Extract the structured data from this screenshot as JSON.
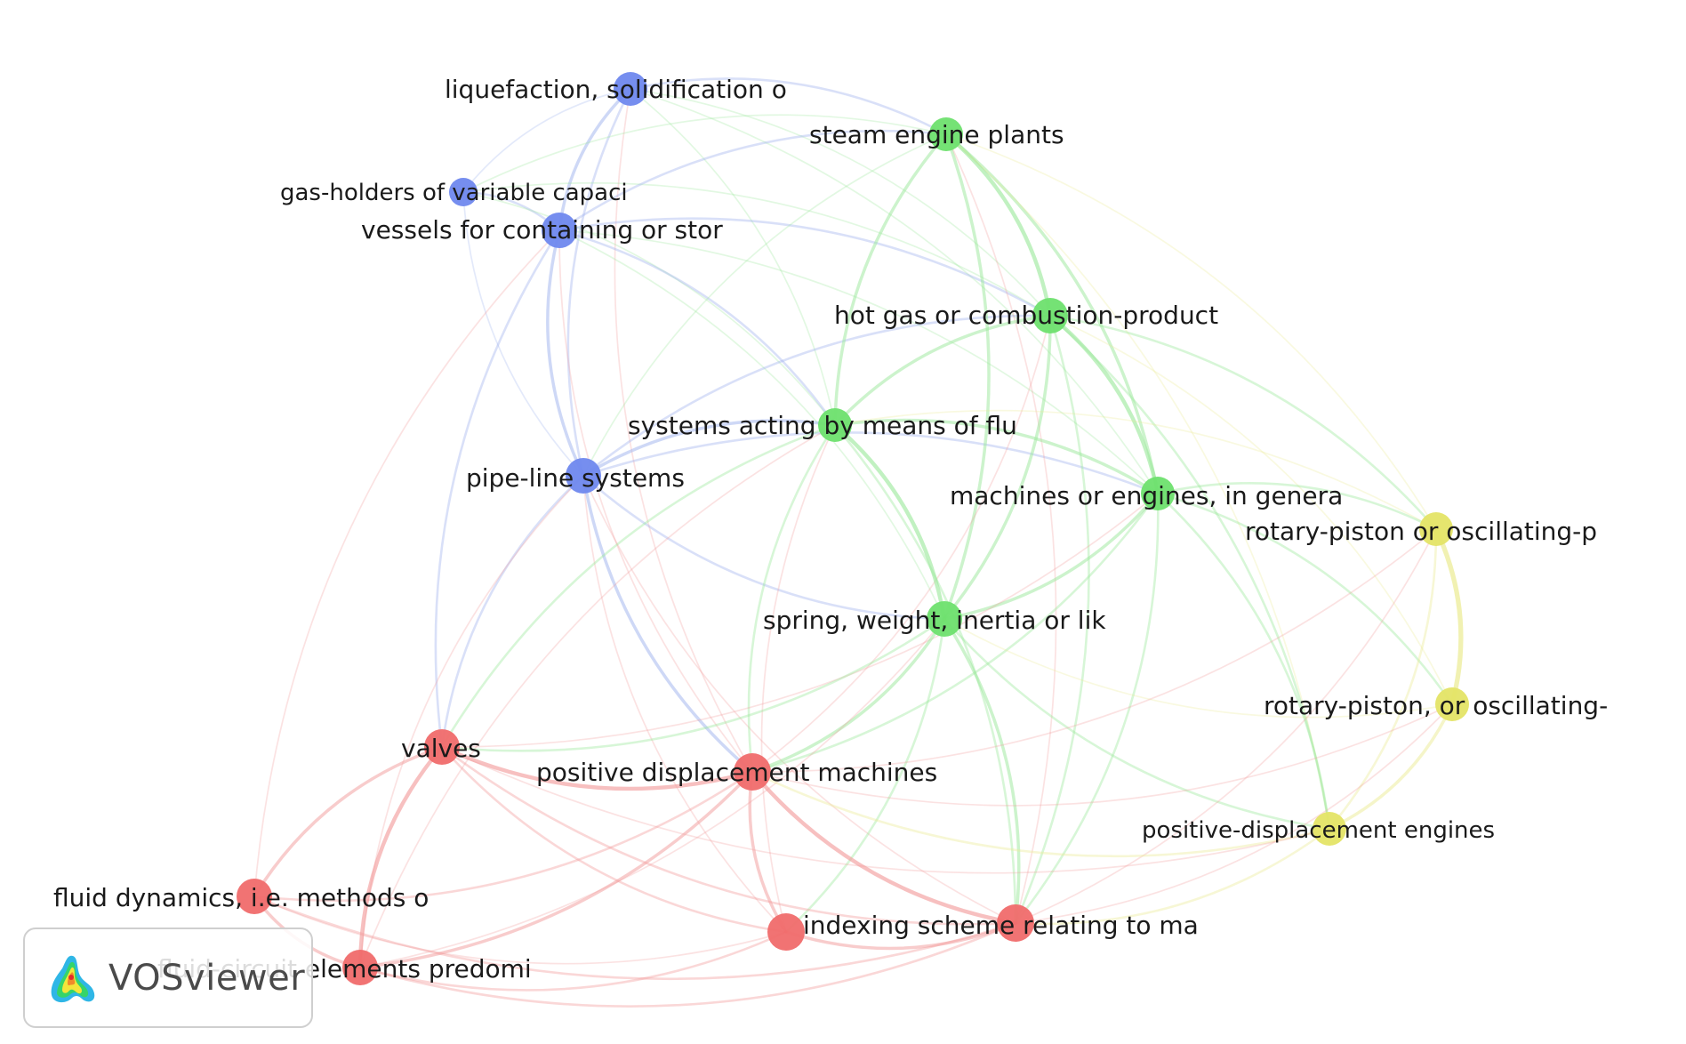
{
  "clusters": {
    "red": {
      "node": "#f06b6b",
      "edge": "#f29a9a"
    },
    "green": {
      "node": "#6ee06e",
      "edge": "#9be89b"
    },
    "blue": {
      "node": "#6f88ee",
      "edge": "#9fb2ee"
    },
    "yellow": {
      "node": "#e4e466",
      "edge": "#ecec95"
    }
  },
  "nodes": [
    {
      "id": "liquefaction",
      "label": "liquefaction, solidification o",
      "cluster": "blue"
    },
    {
      "id": "steam",
      "label": "steam engine plants",
      "cluster": "green"
    },
    {
      "id": "gasholders",
      "label": "gas-holders of variable capaci",
      "cluster": "blue"
    },
    {
      "id": "vessels",
      "label": "vessels for containing or stor",
      "cluster": "blue"
    },
    {
      "id": "hotgas",
      "label": "hot gas or combustion-product",
      "cluster": "green"
    },
    {
      "id": "systems",
      "label": "systems acting by means of flu",
      "cluster": "green"
    },
    {
      "id": "pipeline",
      "label": "pipe-line systems",
      "cluster": "blue"
    },
    {
      "id": "machines",
      "label": "machines or engines, in genera",
      "cluster": "green"
    },
    {
      "id": "rotary1",
      "label": "rotary-piston or oscillating-p",
      "cluster": "yellow"
    },
    {
      "id": "spring",
      "label": "spring, weight, inertia or lik",
      "cluster": "green"
    },
    {
      "id": "rotary2",
      "label": "rotary-piston, or oscillating-",
      "cluster": "yellow"
    },
    {
      "id": "valves",
      "label": "valves",
      "cluster": "red"
    },
    {
      "id": "posdisp",
      "label": "positive displacement machines",
      "cluster": "red"
    },
    {
      "id": "posdispeng",
      "label": "positive-displacement engines",
      "cluster": "yellow"
    },
    {
      "id": "fluiddyn",
      "label": "fluid dynamics, i.e. methods o",
      "cluster": "red"
    },
    {
      "id": "indexing",
      "label": "indexing scheme relating to ma",
      "cluster": "red"
    },
    {
      "id": "unlabeled_red",
      "label": "",
      "cluster": "red"
    },
    {
      "id": "fluidcircuit",
      "label": "fluid-circuit elements predomi",
      "cluster": "red"
    }
  ],
  "links": [
    [
      "liquefaction",
      "vessels",
      3
    ],
    [
      "liquefaction",
      "pipeline",
      2
    ],
    [
      "liquefaction",
      "steam",
      2
    ],
    [
      "liquefaction",
      "hotgas",
      1
    ],
    [
      "liquefaction",
      "systems",
      1
    ],
    [
      "liquefaction",
      "gasholders",
      1
    ],
    [
      "liquefaction",
      "machines",
      1
    ],
    [
      "liquefaction",
      "posdisp",
      1
    ],
    [
      "gasholders",
      "vessels",
      2
    ],
    [
      "gasholders",
      "pipeline",
      1
    ],
    [
      "gasholders",
      "steam",
      1
    ],
    [
      "gasholders",
      "hotgas",
      1
    ],
    [
      "gasholders",
      "systems",
      1
    ],
    [
      "vessels",
      "pipeline",
      3
    ],
    [
      "vessels",
      "steam",
      2
    ],
    [
      "vessels",
      "hotgas",
      2
    ],
    [
      "vessels",
      "systems",
      2
    ],
    [
      "vessels",
      "machines",
      1
    ],
    [
      "vessels",
      "valves",
      2
    ],
    [
      "vessels",
      "posdisp",
      1
    ],
    [
      "vessels",
      "spring",
      1
    ],
    [
      "vessels",
      "fluiddyn",
      1
    ],
    [
      "pipeline",
      "systems",
      3
    ],
    [
      "pipeline",
      "hotgas",
      2
    ],
    [
      "pipeline",
      "machines",
      2
    ],
    [
      "pipeline",
      "spring",
      2
    ],
    [
      "pipeline",
      "valves",
      2
    ],
    [
      "pipeline",
      "posdisp",
      3
    ],
    [
      "pipeline",
      "indexing",
      1
    ],
    [
      "pipeline",
      "fluidcircuit",
      1
    ],
    [
      "pipeline",
      "steam",
      1
    ],
    [
      "pipeline",
      "unlabeled_red",
      1
    ],
    [
      "steam",
      "hotgas",
      4
    ],
    [
      "steam",
      "systems",
      3
    ],
    [
      "steam",
      "machines",
      3
    ],
    [
      "steam",
      "spring",
      3
    ],
    [
      "steam",
      "rotary1",
      1
    ],
    [
      "steam",
      "posdispeng",
      1
    ],
    [
      "steam",
      "indexing",
      1
    ],
    [
      "hotgas",
      "systems",
      3
    ],
    [
      "hotgas",
      "machines",
      4
    ],
    [
      "hotgas",
      "spring",
      3
    ],
    [
      "hotgas",
      "rotary1",
      2
    ],
    [
      "hotgas",
      "rotary2",
      1
    ],
    [
      "hotgas",
      "posdispeng",
      2
    ],
    [
      "hotgas",
      "indexing",
      2
    ],
    [
      "hotgas",
      "posdisp",
      1
    ],
    [
      "systems",
      "machines",
      3
    ],
    [
      "systems",
      "spring",
      4
    ],
    [
      "systems",
      "valves",
      2
    ],
    [
      "systems",
      "posdisp",
      2
    ],
    [
      "systems",
      "indexing",
      2
    ],
    [
      "systems",
      "rotary1",
      1
    ],
    [
      "systems",
      "fluidcircuit",
      1
    ],
    [
      "systems",
      "unlabeled_red",
      1
    ],
    [
      "machines",
      "spring",
      3
    ],
    [
      "machines",
      "rotary1",
      2
    ],
    [
      "machines",
      "rotary2",
      2
    ],
    [
      "machines",
      "posdispeng",
      2
    ],
    [
      "machines",
      "indexing",
      2
    ],
    [
      "machines",
      "posdisp",
      2
    ],
    [
      "machines",
      "valves",
      1
    ],
    [
      "spring",
      "posdisp",
      3
    ],
    [
      "spring",
      "indexing",
      3
    ],
    [
      "spring",
      "valves",
      2
    ],
    [
      "spring",
      "unlabeled_red",
      2
    ],
    [
      "spring",
      "fluidcircuit",
      1
    ],
    [
      "spring",
      "posdispeng",
      2
    ],
    [
      "spring",
      "rotary2",
      1
    ],
    [
      "rotary1",
      "rotary2",
      5
    ],
    [
      "rotary1",
      "posdispeng",
      2
    ],
    [
      "rotary1",
      "indexing",
      1
    ],
    [
      "rotary1",
      "posdisp",
      1
    ],
    [
      "rotary2",
      "posdispeng",
      3
    ],
    [
      "rotary2",
      "indexing",
      1
    ],
    [
      "rotary2",
      "posdisp",
      1
    ],
    [
      "posdispeng",
      "posdisp",
      2
    ],
    [
      "posdispeng",
      "indexing",
      2
    ],
    [
      "posdispeng",
      "valves",
      1
    ],
    [
      "valves",
      "posdisp",
      4
    ],
    [
      "valves",
      "fluiddyn",
      3
    ],
    [
      "valves",
      "fluidcircuit",
      4
    ],
    [
      "valves",
      "indexing",
      2
    ],
    [
      "valves",
      "unlabeled_red",
      2
    ],
    [
      "posdisp",
      "indexing",
      4
    ],
    [
      "posdisp",
      "unlabeled_red",
      3
    ],
    [
      "posdisp",
      "fluidcircuit",
      3
    ],
    [
      "posdisp",
      "fluiddyn",
      2
    ],
    [
      "fluiddyn",
      "fluidcircuit",
      3
    ],
    [
      "fluiddyn",
      "indexing",
      2
    ],
    [
      "fluiddyn",
      "unlabeled_red",
      1
    ],
    [
      "indexing",
      "unlabeled_red",
      3
    ],
    [
      "indexing",
      "fluidcircuit",
      2
    ],
    [
      "fluidcircuit",
      "unlabeled_red",
      2
    ]
  ],
  "logo": {
    "text": "VOSviewer"
  }
}
